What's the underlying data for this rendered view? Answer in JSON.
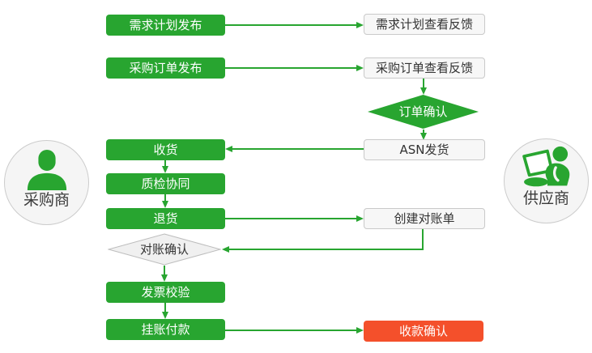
{
  "actors": {
    "buyer": {
      "label": "采购商"
    },
    "supplier": {
      "label": "供应商"
    }
  },
  "nodes": {
    "demand_plan_publish": {
      "label": "需求计划发布",
      "type": "green"
    },
    "demand_plan_feedback": {
      "label": "需求计划查看反馈",
      "type": "white"
    },
    "po_publish": {
      "label": "采购订单发布",
      "type": "green"
    },
    "po_feedback": {
      "label": "采购订单查看反馈",
      "type": "white"
    },
    "order_confirm": {
      "label": "订单确认",
      "type": "green-diamond"
    },
    "receive_goods": {
      "label": "收货",
      "type": "green"
    },
    "asn_ship": {
      "label": "ASN发货",
      "type": "white"
    },
    "quality_collab": {
      "label": "质检协同",
      "type": "green"
    },
    "return_goods": {
      "label": "退货",
      "type": "green"
    },
    "create_statement": {
      "label": "创建对账单",
      "type": "white"
    },
    "statement_confirm": {
      "label": "对账确认",
      "type": "gray-diamond"
    },
    "invoice_check": {
      "label": "发票校验",
      "type": "green"
    },
    "pending_payment": {
      "label": "挂账付款",
      "type": "green"
    },
    "receipt_confirm": {
      "label": "收款确认",
      "type": "red"
    }
  },
  "colors": {
    "green": "#28a530",
    "red": "#f4502b",
    "white_box_bg": "#f7f7f7",
    "box_border": "#c9c9c9",
    "gray_diamond_bg": "#f0f0f0",
    "gray_diamond_border": "#bdbdbd",
    "circle_bg": "#f5f5f5",
    "circle_border": "#cccccc",
    "text_dark": "#333333",
    "text_light": "#ffffff"
  }
}
